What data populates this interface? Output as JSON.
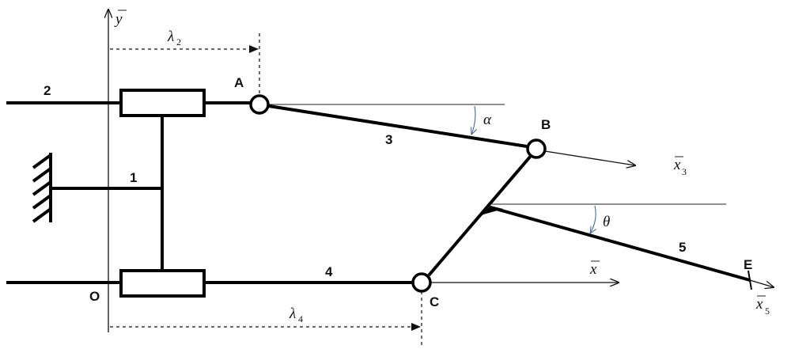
{
  "axes": {
    "y_label": "y",
    "x_label": "x",
    "x3_label": "x",
    "x3_subscript": "3",
    "x5_label": "x",
    "x5_subscript": "5"
  },
  "dimensions": {
    "lambda2_symbol": "λ",
    "lambda2_subscript": "2",
    "lambda4_symbol": "λ",
    "lambda4_subscript": "4"
  },
  "angles": {
    "alpha": "α",
    "theta": "θ"
  },
  "points": {
    "A": "A",
    "B": "B",
    "C": "C",
    "E": "E",
    "O": "O"
  },
  "links": {
    "link1": "1",
    "link2": "2",
    "link3": "3",
    "link4": "4",
    "link5": "5"
  }
}
